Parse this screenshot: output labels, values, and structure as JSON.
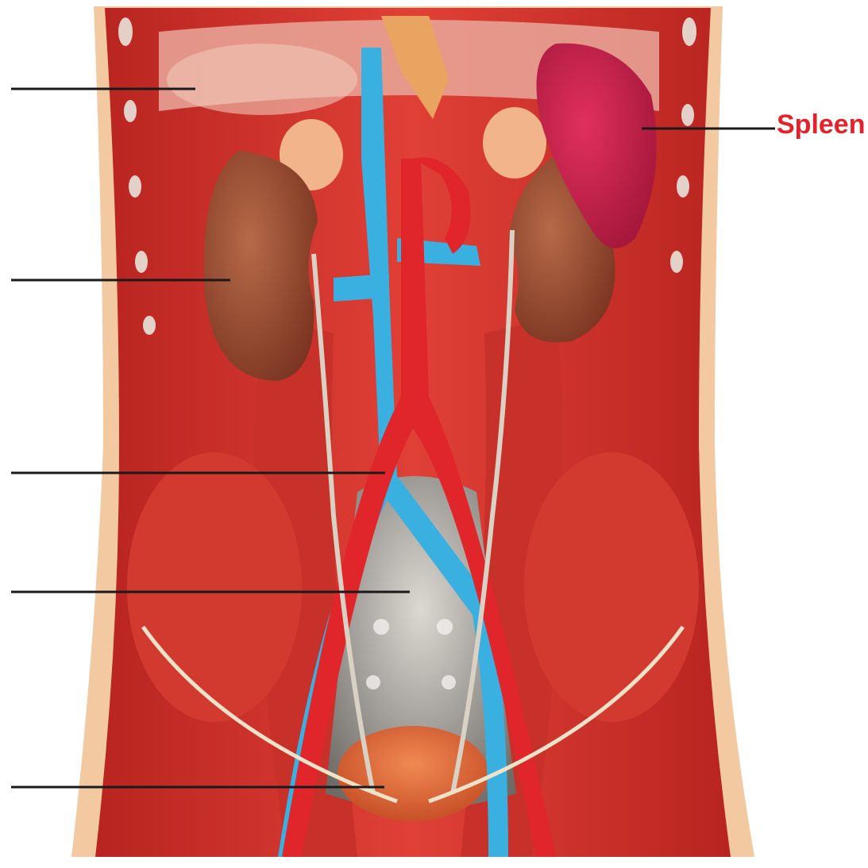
{
  "figure": {
    "labels": [
      {
        "id": "label-1",
        "text": ""
      },
      {
        "id": "label-2",
        "text": ""
      },
      {
        "id": "label-3",
        "text": ""
      },
      {
        "id": "label-4",
        "text": ""
      },
      {
        "id": "label-5",
        "text": ""
      },
      {
        "id": "label-6",
        "text": "Spleen"
      }
    ]
  },
  "colors": {
    "label_text": "#e8202a",
    "leader_line": "#1a1a1a",
    "muscle": "#d8342c",
    "muscle_dark": "#a81e1c",
    "skin": "#f2c9a0",
    "kidney": "#9a4a2c",
    "vein": "#3ab0e0",
    "artery": "#e0262a",
    "spleen": "#c8204a",
    "ureter": "#d9d2c4",
    "pelvis_bone": "#b8b2aa",
    "bladder": "#e0703c",
    "fat": "#f0e2c8"
  }
}
